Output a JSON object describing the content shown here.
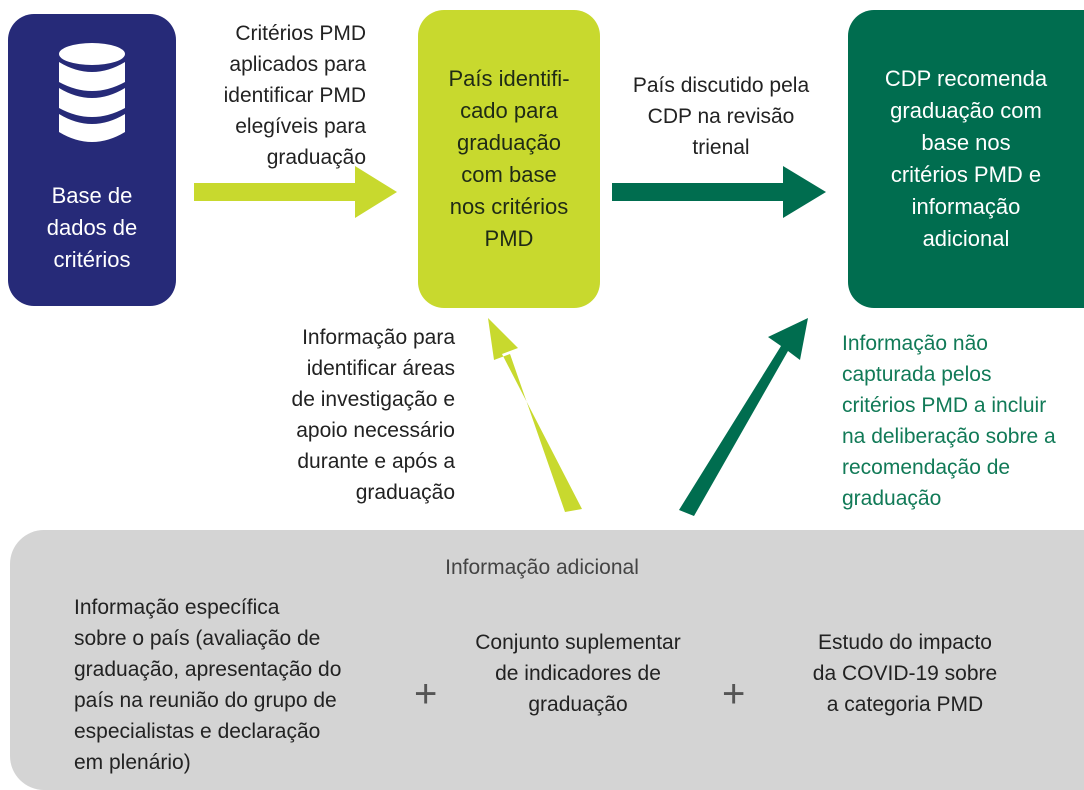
{
  "colors": {
    "navy": "#262a78",
    "lime": "#c8d92e",
    "dark_green": "#006d4f",
    "gray": "#d4d4d4",
    "green_text": "#117a57"
  },
  "database_box": {
    "icon": "database-icon",
    "lines": [
      "Base de",
      "dados de",
      "critérios"
    ]
  },
  "identified_box": {
    "lines": [
      "País identifi-",
      "cado para",
      "graduação",
      "com base",
      "nos critérios",
      "PMD"
    ]
  },
  "recommend_box": {
    "lines": [
      "CDP recomenda",
      "graduação com",
      "base nos",
      "critérios PMD e",
      "informação",
      "adicional"
    ]
  },
  "labels": {
    "criteria": [
      "Critérios PMD",
      "aplicados para",
      "identificar PMD",
      "elegíveis para",
      "graduação"
    ],
    "discussed": [
      "País discutido pela",
      "CDP na revisão",
      "trienal"
    ],
    "info_left": [
      "Informação para",
      "identificar áreas",
      "de investigação e",
      "apoio necessário",
      "durante e após a",
      "graduação"
    ],
    "info_right": [
      "Informação não",
      "capturada pelos",
      "critérios PMD a incluir",
      "na deliberação sobre a",
      "recomendação de",
      "graduação"
    ]
  },
  "additional": {
    "title": "Informação adicional",
    "col1": [
      "Informação específica",
      "sobre o país (avaliação de",
      "graduação, apresentação do",
      "país na reunião do grupo de",
      "especialistas e declaração",
      "em plenário)"
    ],
    "col2": [
      "Conjunto suplementar",
      "de indicadores de",
      "graduação"
    ],
    "col3": [
      "Estudo do impacto",
      "da COVID-19 sobre",
      "a categoria PMD"
    ],
    "plus": "+"
  }
}
